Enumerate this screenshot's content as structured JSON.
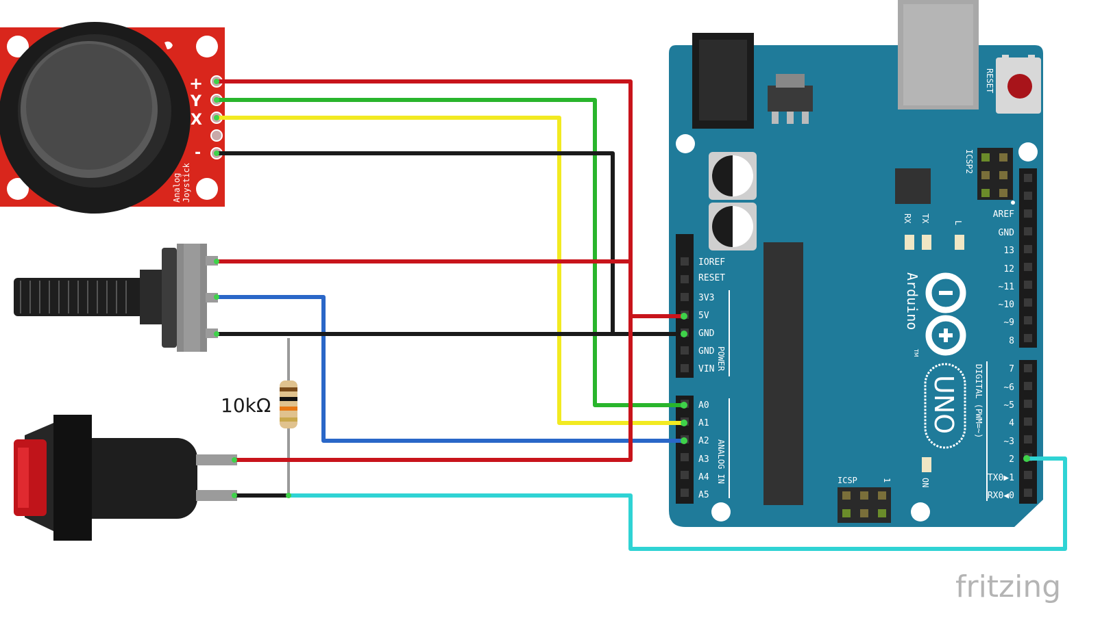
{
  "colors": {
    "board": "#1f7b9a",
    "joystick_pcb": "#d9261c",
    "wire_red": "#c8141b",
    "wire_green": "#29b52c",
    "wire_yellow": "#f2ea21",
    "wire_black": "#1a1a1a",
    "wire_blue": "#2a67c8",
    "wire_cyan": "#2fd3d4"
  },
  "joystick": {
    "pins": [
      "+",
      "Y",
      "X",
      "-"
    ],
    "silk": [
      "Analog",
      "Joystick"
    ]
  },
  "resistor": {
    "label": "10kΩ"
  },
  "arduino": {
    "reset": "RESET",
    "icsp2": "ICSP2",
    "icsp": "ICSP",
    "icsp_pin1": "1",
    "rx": "RX",
    "tx": "TX",
    "l": "L",
    "on": "ON",
    "brand": "Arduino",
    "model": "UNO",
    "tm": "TM",
    "power_label": "POWER",
    "analog_label": "ANALOG IN",
    "digital_label": "DIGITAL (PWM=~)",
    "power_pins": [
      "IOREF",
      "RESET",
      "3V3",
      "5V",
      "GND",
      "GND",
      "VIN"
    ],
    "analog_pins": [
      "A0",
      "A1",
      "A2",
      "A3",
      "A4",
      "A5"
    ],
    "digital_top": [
      "AREF",
      "GND",
      "13",
      "12",
      "~11",
      "~10",
      "~9",
      "8"
    ],
    "digital_bottom": [
      "7",
      "~6",
      "~5",
      "4",
      "~3",
      "2",
      "TX0▶1",
      "RX0◀0"
    ]
  },
  "watermark": "fritzing"
}
